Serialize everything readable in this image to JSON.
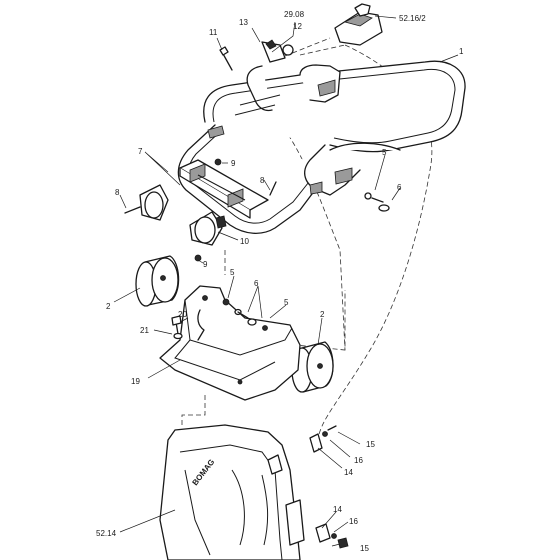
{
  "callouts": [
    {
      "id": "c-29-08",
      "text": "29.08"
    },
    {
      "id": "c-12-top",
      "text": "12"
    },
    {
      "id": "c-13",
      "text": "13"
    },
    {
      "id": "c-11",
      "text": "11"
    },
    {
      "id": "c-52-16-2",
      "text": "52.16/2"
    },
    {
      "id": "c-1",
      "text": "1"
    },
    {
      "id": "c-7",
      "text": "7"
    },
    {
      "id": "c-9-upper",
      "text": "9"
    },
    {
      "id": "c-8-left",
      "text": "8"
    },
    {
      "id": "c-8-mid",
      "text": "8"
    },
    {
      "id": "c-5-right",
      "text": "5"
    },
    {
      "id": "c-6-right",
      "text": "6"
    },
    {
      "id": "c-10",
      "text": "10"
    },
    {
      "id": "c-9-lower",
      "text": "9"
    },
    {
      "id": "c-5-mid",
      "text": "5"
    },
    {
      "id": "c-6-mid",
      "text": "6"
    },
    {
      "id": "c-5-mid2",
      "text": "5"
    },
    {
      "id": "c-2-left",
      "text": "2"
    },
    {
      "id": "c-2-right",
      "text": "2"
    },
    {
      "id": "c-20",
      "text": "20"
    },
    {
      "id": "c-21",
      "text": "21"
    },
    {
      "id": "c-19",
      "text": "19"
    },
    {
      "id": "c-15-upper",
      "text": "15"
    },
    {
      "id": "c-16-upper",
      "text": "16"
    },
    {
      "id": "c-14-upper",
      "text": "14"
    },
    {
      "id": "c-52-14",
      "text": "52.14"
    },
    {
      "id": "c-14-lower",
      "text": "14"
    },
    {
      "id": "c-16-lower",
      "text": "16"
    },
    {
      "id": "c-15-lower",
      "text": "15"
    }
  ],
  "labels": {
    "brand": "BOMAG"
  }
}
